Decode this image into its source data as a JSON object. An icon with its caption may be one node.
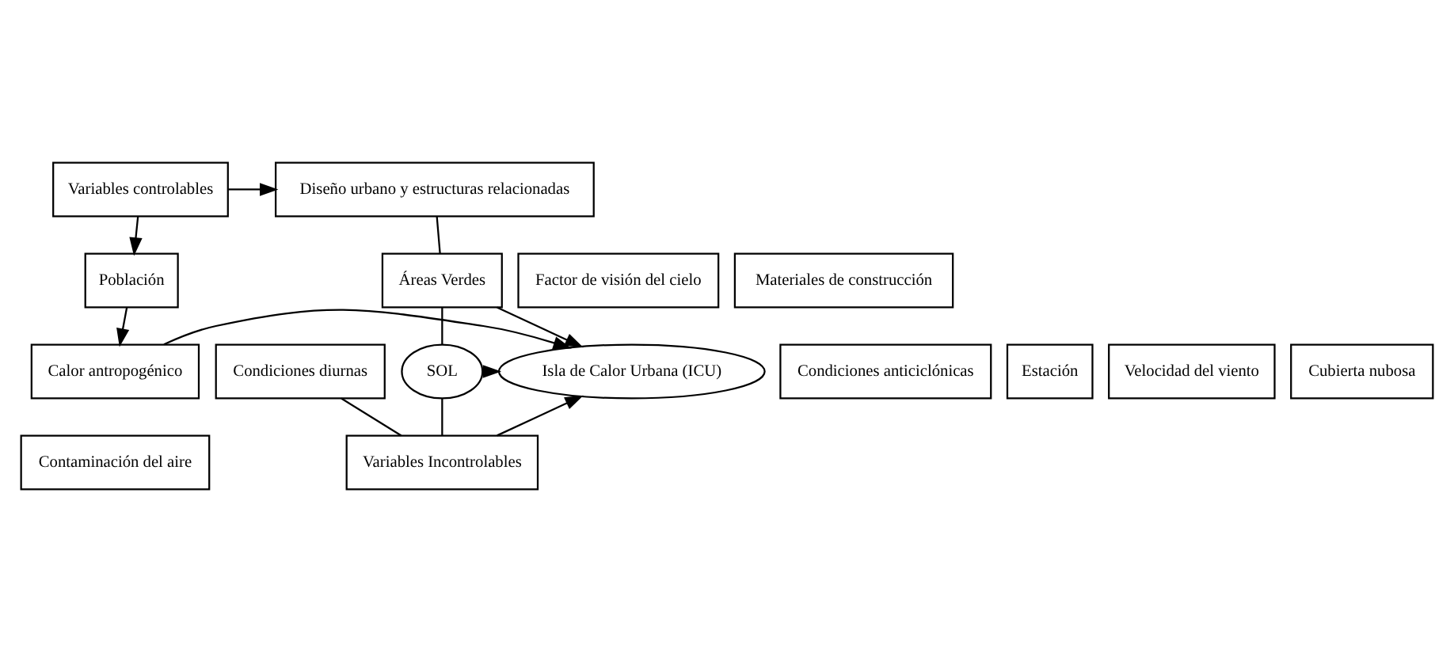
{
  "diagram": {
    "nodes": [
      {
        "text": [
          "Diseño urbano y estructuras relacionadas"
        ]
      },
      {
        "text": [
          "Variables controlables"
        ]
      },
      {
        "text": [
          "Factor de visión del cielo"
        ]
      },
      {
        "text": [
          "Áreas Verdes"
        ]
      },
      {
        "text": [
          "Materiales de construcción"
        ]
      },
      {
        "text": [
          "Población"
        ]
      },
      {
        "text": [
          "SOL"
        ]
      },
      {
        "text": [
          "Isla de Calor Urbana (ICU)"
        ]
      },
      {
        "text": [
          "Calor antropogénico"
        ]
      },
      {
        "text": [
          "Contaminación del aire"
        ]
      },
      {
        "text": [
          "Variables Incontrolables"
        ]
      },
      {
        "text": [
          "Condiciones anticiclónicas"
        ]
      },
      {
        "text": [
          "Estación"
        ]
      },
      {
        "text": [
          "Condiciones diurnas"
        ]
      },
      {
        "text": [
          "Velocidad del viento"
        ]
      },
      {
        "text": [
          "Cubierta nubosa"
        ]
      }
    ],
    "edges": [
      {
        "from": 1,
        "to": 0,
        "arrow": "to"
      },
      {
        "from": 1,
        "to": 5,
        "arrow": "to"
      },
      {
        "from": 0,
        "to": 3,
        "arrow": "none"
      },
      {
        "from": 3,
        "to": 7,
        "arrow": "to"
      },
      {
        "from": 5,
        "to": 8,
        "arrow": "to"
      },
      {
        "from": 8,
        "to": 7,
        "arrow": "to"
      },
      {
        "from": 6,
        "to": 7,
        "arrow": "to"
      },
      {
        "from": 6,
        "to": 3,
        "arrow": "none"
      },
      {
        "from": 6,
        "to": 10,
        "arrow": "none"
      },
      {
        "from": 10,
        "to": 7,
        "arrow": "to"
      },
      {
        "from": 13,
        "to": 10,
        "arrow": "none"
      }
    ]
  }
}
